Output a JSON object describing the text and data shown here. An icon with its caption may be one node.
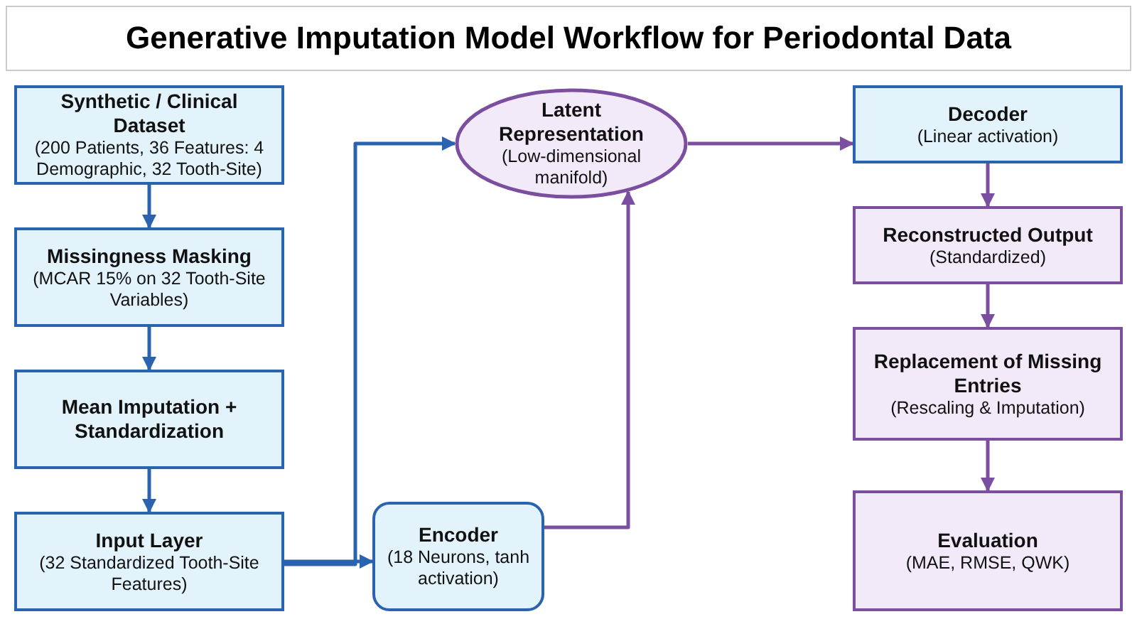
{
  "diagram": {
    "title": "Generative Imputation Model Workflow for Periodontal Data",
    "nodes": [
      {
        "text": [
          "Synthetic / Clinical Dataset",
          "(200 Patients, 36 Features: 4 Demographic, 32 Tooth-Site)"
        ]
      },
      {
        "text": [
          "Missingness Masking",
          "(MCAR 15% on 32 Tooth-Site Variables)"
        ]
      },
      {
        "text": [
          "Mean Imputation + Standardization"
        ]
      },
      {
        "text": [
          "Input Layer",
          "(32 Standardized Tooth-Site Features)"
        ]
      },
      {
        "text": [
          "Encoder",
          "(18 Neurons, tanh activation)"
        ]
      },
      {
        "text": [
          "Latent Representation",
          "(Low-dimensional manifold)"
        ]
      },
      {
        "text": [
          "Decoder",
          "(Linear activation)"
        ]
      },
      {
        "text": [
          "Reconstructed Output",
          "(Standardized)"
        ]
      },
      {
        "text": [
          "Replacement of Missing Entries",
          "(Rescaling & Imputation)"
        ]
      },
      {
        "text": [
          "Evaluation",
          "(MAE, RMSE, QWK)"
        ]
      }
    ],
    "edges": [
      {
        "from": 0,
        "to": 1,
        "arrow": "to"
      },
      {
        "from": 1,
        "to": 2,
        "arrow": "to"
      },
      {
        "from": 2,
        "to": 3,
        "arrow": "to"
      },
      {
        "from": 3,
        "to": 4,
        "arrow": "to"
      },
      {
        "from": 3,
        "to": 5,
        "arrow": "to"
      },
      {
        "from": 4,
        "to": 5,
        "arrow": "to",
        "color": "#7b4ea0"
      },
      {
        "from": 5,
        "to": 6,
        "arrow": "to",
        "color": "#7b4ea0"
      },
      {
        "from": 6,
        "to": 7,
        "arrow": "to",
        "color": "#7b4ea0"
      },
      {
        "from": 7,
        "to": 8,
        "arrow": "to",
        "color": "#7b4ea0"
      },
      {
        "from": 8,
        "to": 9,
        "arrow": "to",
        "color": "#7b4ea0"
      }
    ]
  }
}
